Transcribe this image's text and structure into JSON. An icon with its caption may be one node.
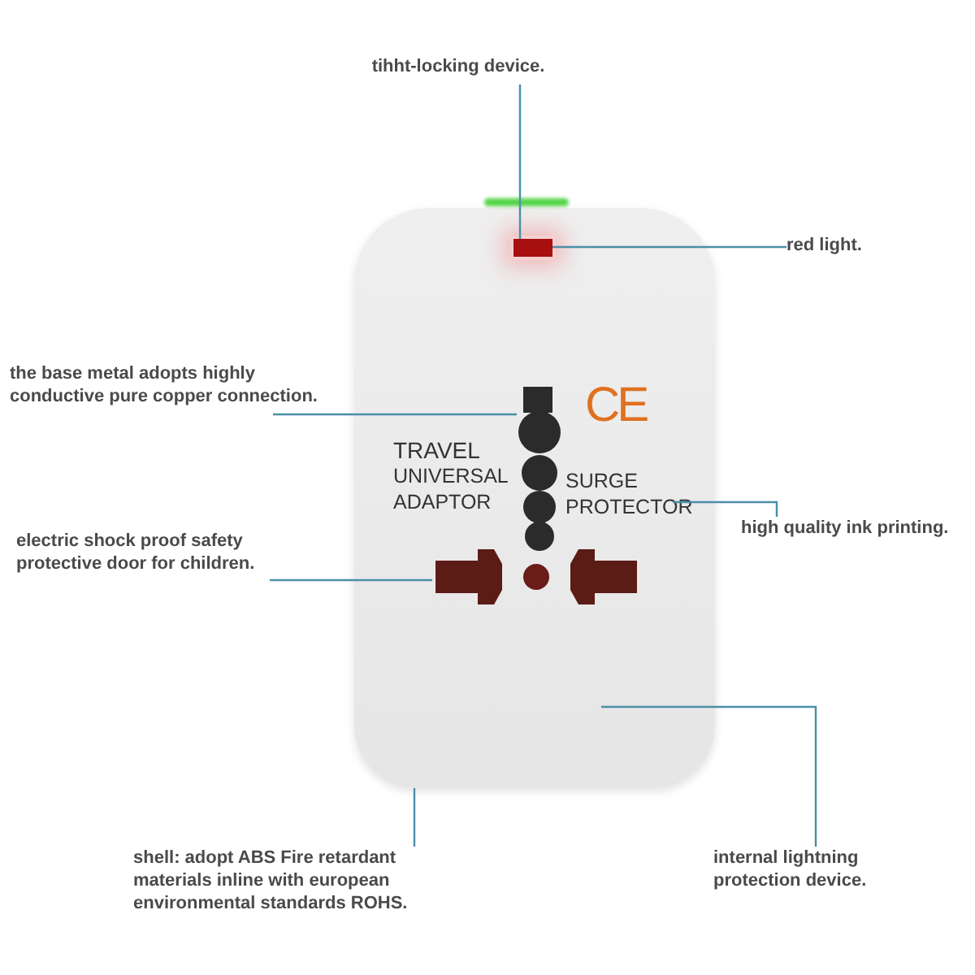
{
  "diagram": {
    "nodes": [
      {
        "text": [
          "tihht-locking device."
        ]
      },
      {
        "text": [],
        "shape": "box"
      },
      {
        "text": [],
        "shape": "box",
        "in": 1
      },
      {
        "text": [
          "red light."
        ]
      },
      {
        "text": [
          "the base metal adopts highly conductive pure copper connection."
        ]
      },
      {
        "text": [],
        "shape": "bar",
        "in": 1
      },
      {
        "text": [
          "SURGE PROTECTOR"
        ],
        "in": 1
      },
      {
        "text": [
          "high quality ink printing."
        ]
      },
      {
        "text": [
          "electric shock proof safety protective door for children."
        ]
      },
      {
        "text": [],
        "shape": "box",
        "in": 1
      },
      {
        "text": [],
        "shape": "box",
        "in": 1
      },
      {
        "text": [
          "shell: adopt ABS Fire retardant materials inline with european environmental standards ROHS."
        ]
      },
      {
        "text": [
          "internal lightning protection device."
        ]
      }
    ],
    "edges": [
      {
        "from": 0,
        "to": 2,
        "arrow": "none"
      },
      {
        "from": 3,
        "to": 2,
        "arrow": "none"
      },
      {
        "from": 4,
        "to": 5,
        "arrow": "none"
      },
      {
        "from": 7,
        "to": 6,
        "arrow": "none"
      },
      {
        "from": 8,
        "to": 9,
        "arrow": "none"
      },
      {
        "from": 11,
        "to": 1,
        "arrow": "none"
      },
      {
        "from": 12,
        "to": null,
        "arrow": "none"
      }
    ],
    "labels": [
      "CE",
      "TRAVEL UNIVERSAL ADAPTOR"
    ]
  }
}
